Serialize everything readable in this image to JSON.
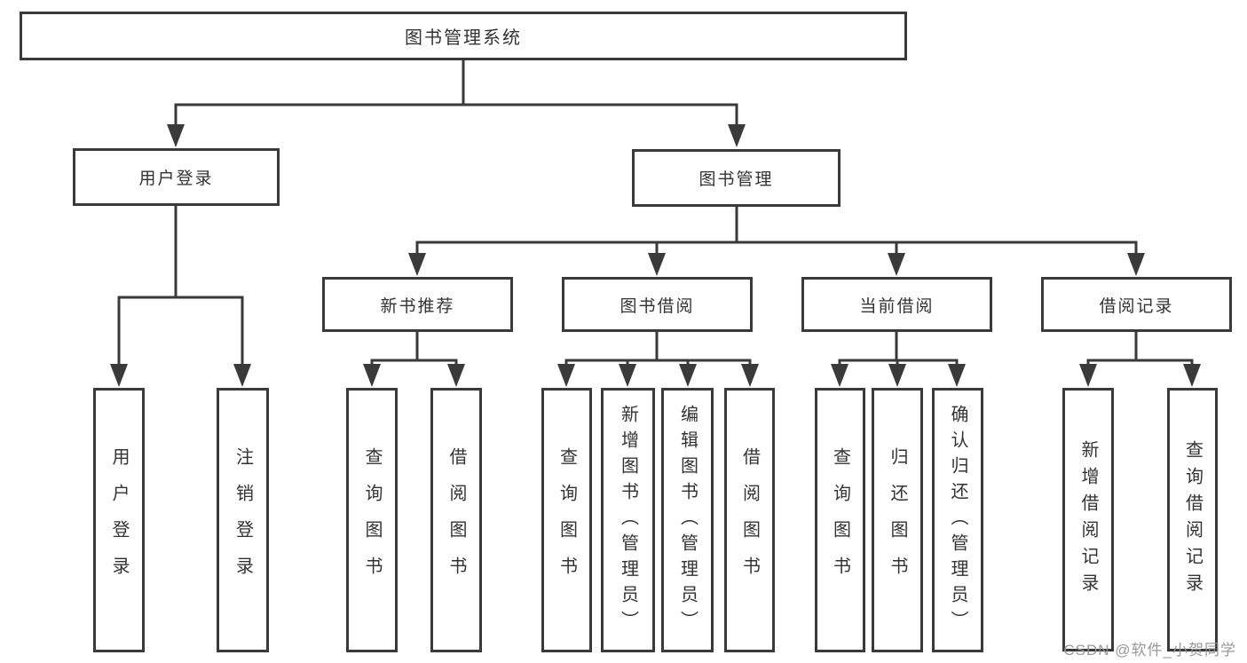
{
  "diagram": {
    "title": "图书管理系统",
    "level2": {
      "user_login": "用户登录",
      "book_mgmt": "图书管理"
    },
    "level3": {
      "new_book_rec": "新书推荐",
      "book_borrow": "图书借阅",
      "current_borrow": "当前借阅",
      "borrow_record": "借阅记录"
    },
    "leaves": {
      "a1_user_login": "用户登录",
      "a2_logout": "注销登录",
      "b1_query_book": "查询图书",
      "b2_borrow_book": "借阅图书",
      "c1_query_book": "查询图书",
      "c2_add_book_admin": "新增图书（管理员）",
      "c3_edit_book_admin": "编辑图书（管理员）",
      "c4_borrow_book": "借阅图书",
      "d1_query_book": "查询图书",
      "d2_return_book": "归还图书",
      "d3_confirm_return_admin": "确认归还（管理员）",
      "e1_add_borrow_record": "新增借阅记录",
      "e2_query_borrow_record": "查询借阅记录"
    },
    "colors": {
      "line": "#3a3a3a",
      "text": "#333333",
      "background": "#ffffff",
      "watermark": "#949494"
    }
  },
  "watermark": "CSDN @软件_小贺同学"
}
